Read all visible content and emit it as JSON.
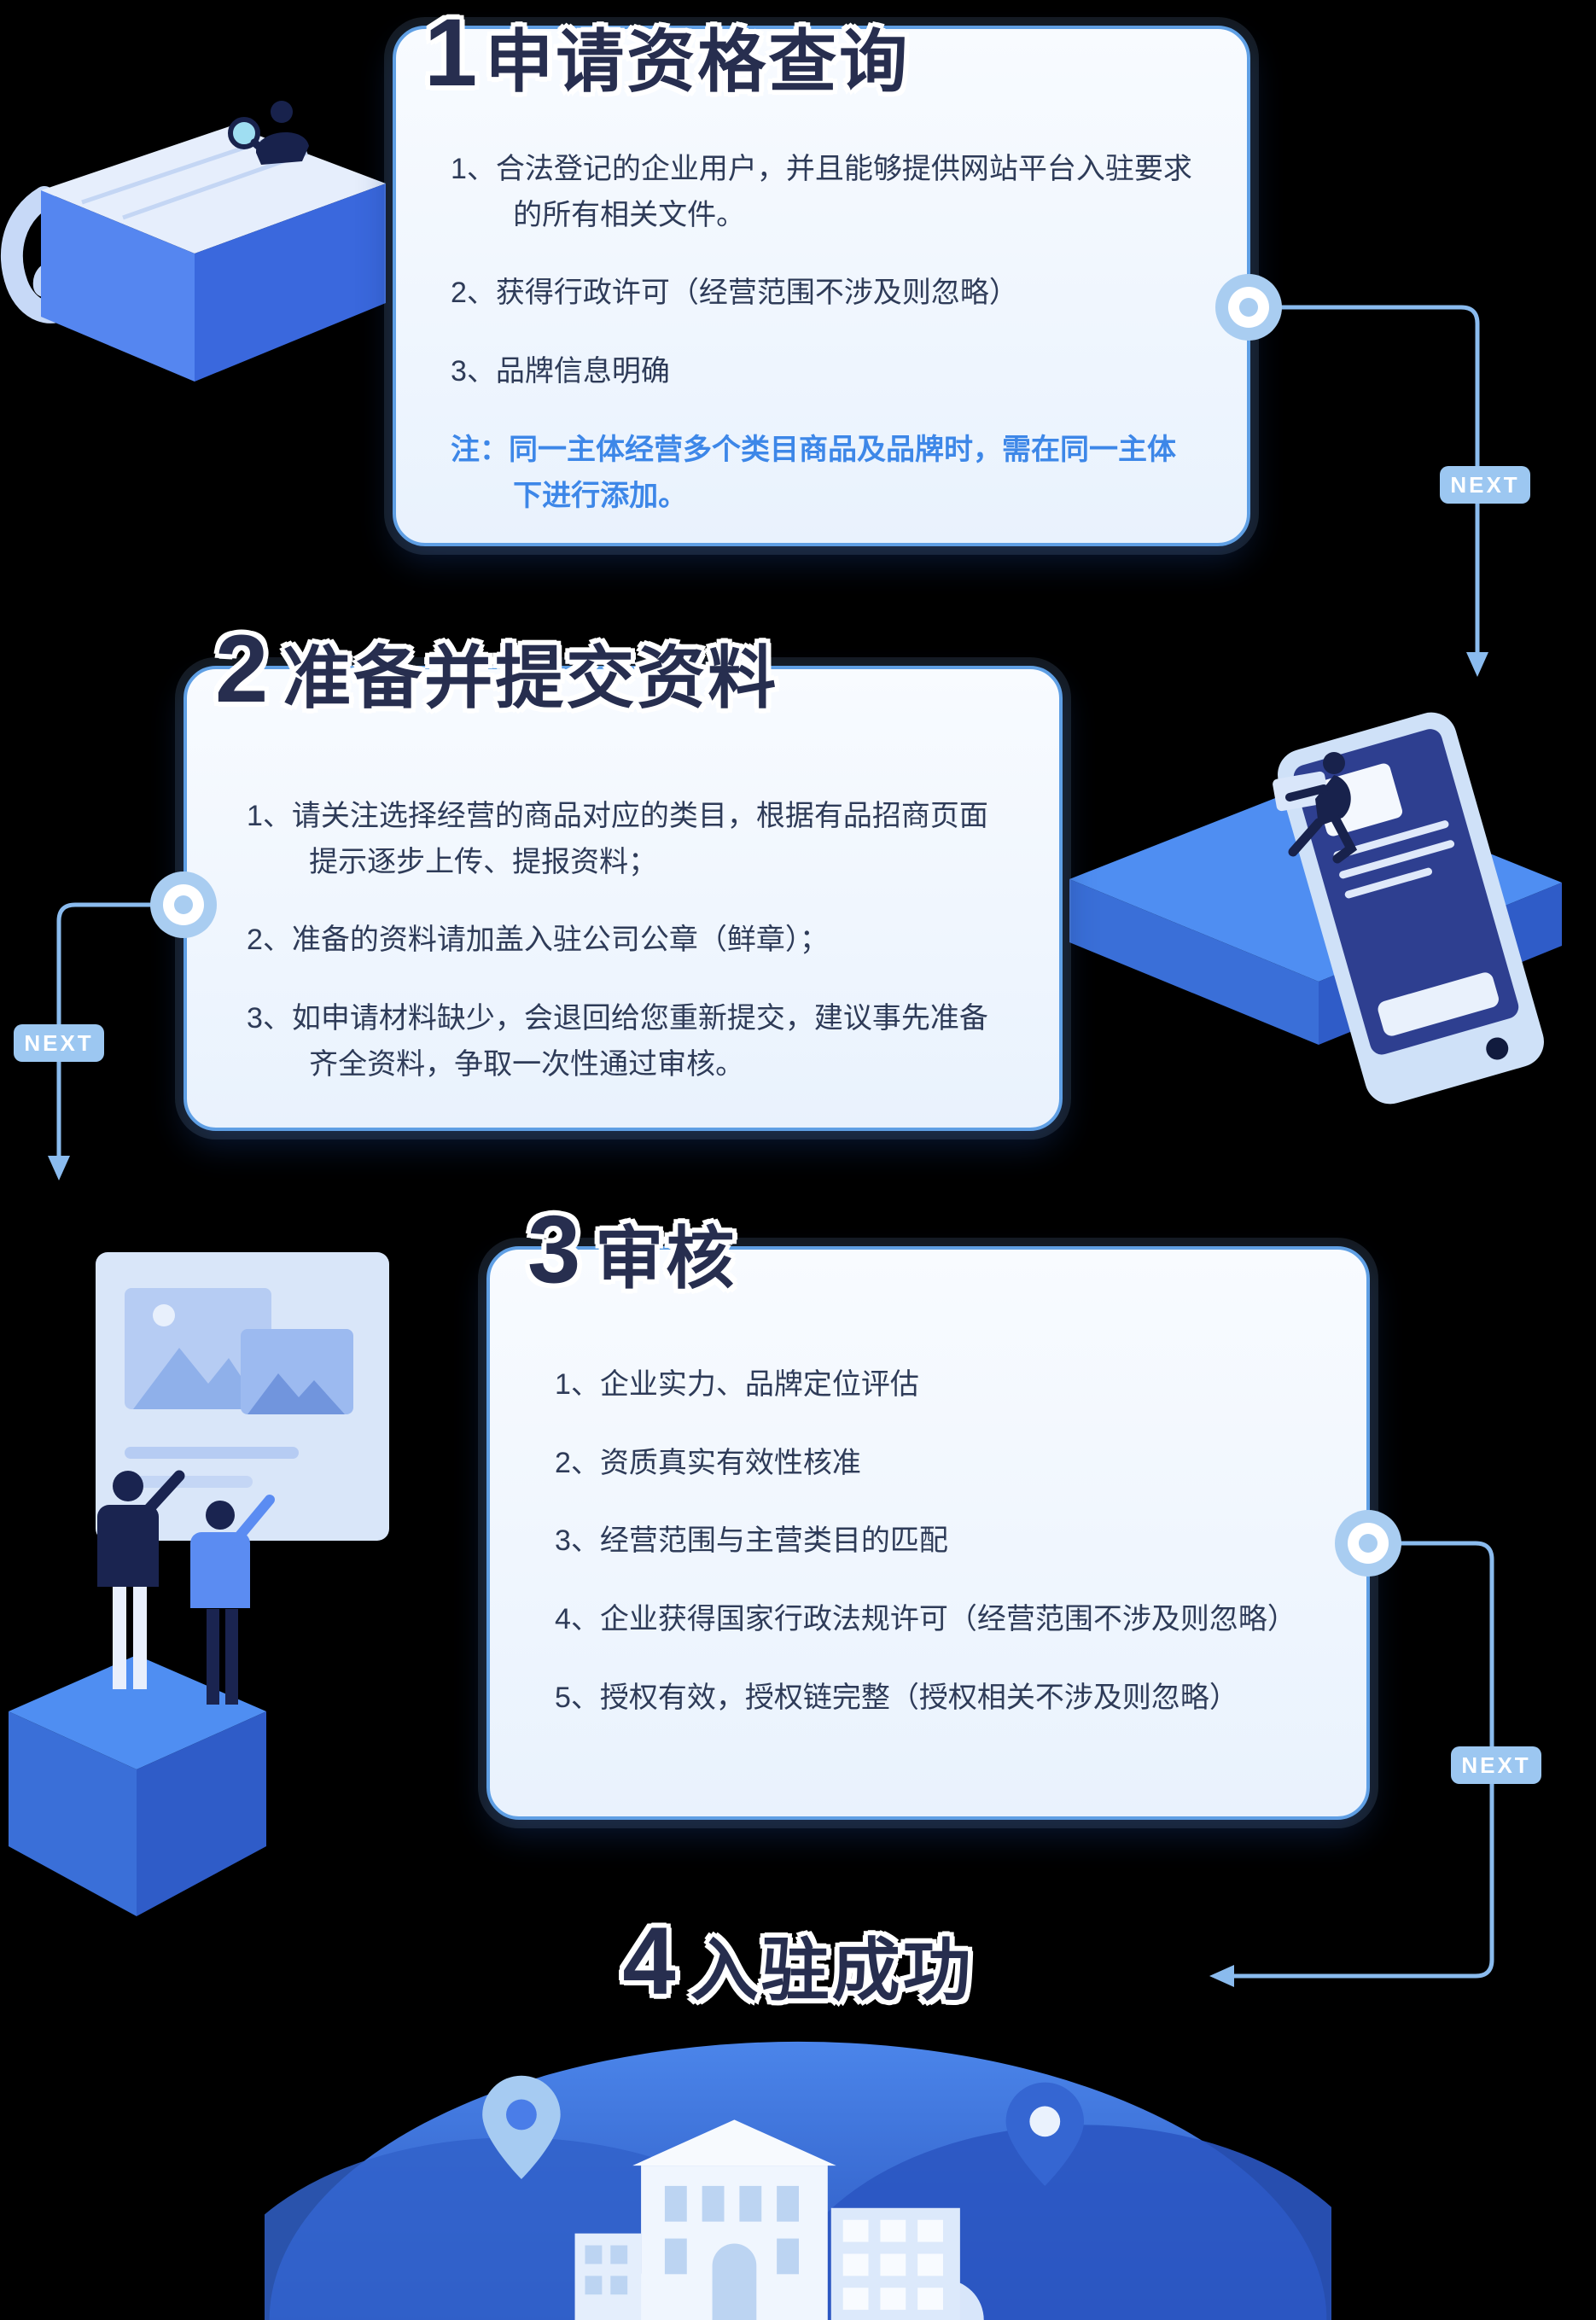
{
  "page": {
    "background": "#000000"
  },
  "next_label": "NEXT",
  "steps": [
    {
      "number": "1",
      "title": "申请资格查询",
      "items": [
        "1、合法登记的企业用户，并且能够提供网站平台入驻要求的所有相关文件。",
        "2、获得行政许可（经营范围不涉及则忽略）",
        "3、品牌信息明确"
      ],
      "note": "注：同一主体经营多个类目商品及品牌时，需在同一主体下进行添加。"
    },
    {
      "number": "2",
      "title": "准备并提交资料",
      "items": [
        "1、请关注选择经营的商品对应的类目，根据有品招商页面提示逐步上传、提报资料；",
        "2、准备的资料请加盖入驻公司公章（鲜章）；",
        "3、如申请材料缺少，会退回给您重新提交，建议事先准备齐全资料，争取一次性通过审核。"
      ]
    },
    {
      "number": "3",
      "title": "审核",
      "items": [
        "1、企业实力、品牌定位评估",
        "2、资质真实有效性核准",
        "3、经营范围与主营类目的匹配",
        "4、企业获得国家行政法规许可（经营范围不涉及则忽略）",
        "5、授权有效，授权链完整（授权相关不涉及则忽略）"
      ]
    },
    {
      "number": "4",
      "title": "入驻成功"
    }
  ],
  "icons": {
    "connector_dot": "circle-node",
    "flow_arrow": "triangle-arrowhead",
    "location_pin": "map-pin-teardrop"
  },
  "colors": {
    "background": "#000000",
    "card_border": "#5f9fe4",
    "card_bg_top": "#f8fbff",
    "card_bg_bottom": "#e9f2fd",
    "title_text": "#272e4f",
    "title_outline": "#ffffff",
    "body_text": "#2e3b58",
    "note_text": "#3d87e8",
    "connector_line": "#8abbee",
    "next_badge_bg": "#9cc7f1",
    "next_badge_text": "#ffffff",
    "illustration_blue": "#4f8ef2",
    "illustration_dark_blue": "#2f5cc8",
    "dome_gradient_top": "#4b85ea",
    "dome_gradient_bottom": "#2a55be"
  }
}
